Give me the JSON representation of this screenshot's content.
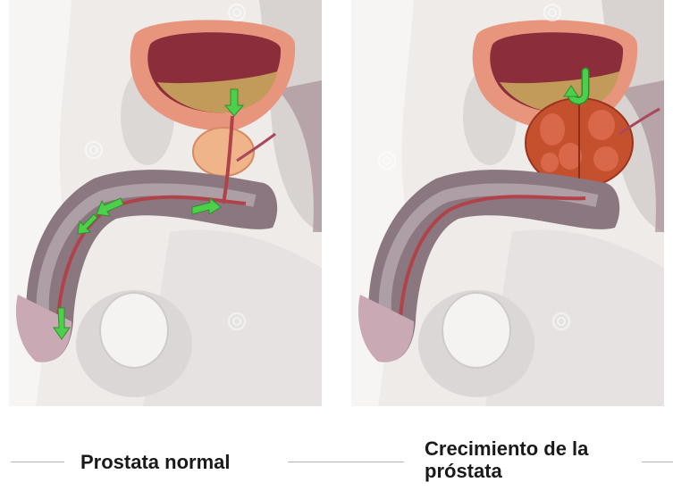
{
  "captions": {
    "normal": "Prostata normal",
    "enlarged": "Crecimiento de la próstata"
  },
  "colors": {
    "background": "#ffffff",
    "body_tissue": "#e9e6e3",
    "bladder_wall": "#e8957e",
    "bladder_interior": "#8b2d3b",
    "urine": "#c29a5a",
    "prostate_normal": "#f0b48a",
    "prostate_enlarged": "#c4502e",
    "spongy_tissue": "#8b7780",
    "urethra": "#b0424a",
    "flow_arrow": "#4ccf4a"
  },
  "icons": [
    "urine-flow-arrow",
    "blocked-flow-arrow",
    "watermark-spiral"
  ]
}
